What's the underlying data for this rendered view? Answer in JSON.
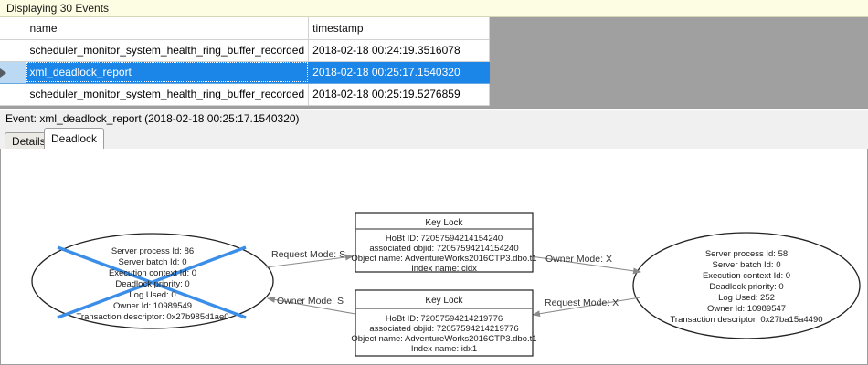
{
  "banner": {
    "text": "Displaying 30 Events"
  },
  "grid": {
    "columns": [
      {
        "key": "selector",
        "label": ""
      },
      {
        "key": "name",
        "label": "name"
      },
      {
        "key": "timestamp",
        "label": "timestamp"
      }
    ],
    "rows": [
      {
        "selected": false,
        "marker": "",
        "name": "scheduler_monitor_system_health_ring_buffer_recorded",
        "timestamp": "2018-02-18 00:24:19.3516078"
      },
      {
        "selected": true,
        "marker": "row-selector-arrow",
        "name": "xml_deadlock_report",
        "timestamp": "2018-02-18 00:25:17.1540320"
      },
      {
        "selected": false,
        "marker": "",
        "name": "scheduler_monitor_system_health_ring_buffer_recorded",
        "timestamp": "2018-02-18 00:25:19.5276859"
      }
    ]
  },
  "event_header": {
    "text": "Event: xml_deadlock_report (2018-02-18 00:25:17.1540320)"
  },
  "tabs": [
    {
      "label": "Details",
      "active": false
    },
    {
      "label": "Deadlock",
      "active": true
    }
  ],
  "deadlock_graph": {
    "victim_marker_color": "#3b8ee8",
    "processes": [
      {
        "id": "left-process",
        "is_victim": true,
        "lines": [
          "Server process Id: 86",
          "Server batch Id: 0",
          "Execution context Id: 0",
          "Deadlock priority: 0",
          "Log Used: 0",
          "Owner Id: 10989549",
          "Transaction descriptor: 0x27b985d1ae0"
        ]
      },
      {
        "id": "right-process",
        "is_victim": false,
        "lines": [
          "Server process Id: 58",
          "Server batch Id: 0",
          "Execution context Id: 0",
          "Deadlock priority: 0",
          "Log Used: 252",
          "Owner Id: 10989547",
          "Transaction descriptor: 0x27ba15a4490"
        ]
      }
    ],
    "resources": [
      {
        "id": "top-key-lock",
        "title": "Key Lock",
        "lines": [
          "HoBt ID: 72057594214154240",
          "associated objid: 72057594214154240",
          "Object name: AdventureWorks2016CTP3.dbo.t1",
          "Index name: cidx"
        ]
      },
      {
        "id": "bottom-key-lock",
        "title": "Key Lock",
        "lines": [
          "HoBt ID: 72057594214219776",
          "associated objid: 72057594214219776",
          "Object name: AdventureWorks2016CTP3.dbo.t1",
          "Index name: idx1"
        ]
      }
    ],
    "edges": [
      {
        "id": "edge-left-request-top",
        "label": "Request Mode: S"
      },
      {
        "id": "edge-top-owner-right",
        "label": "Owner Mode: X"
      },
      {
        "id": "edge-bottom-owner-left",
        "label": "Owner Mode: S"
      },
      {
        "id": "edge-right-request-bottom",
        "label": "Request Mode: X"
      }
    ]
  }
}
